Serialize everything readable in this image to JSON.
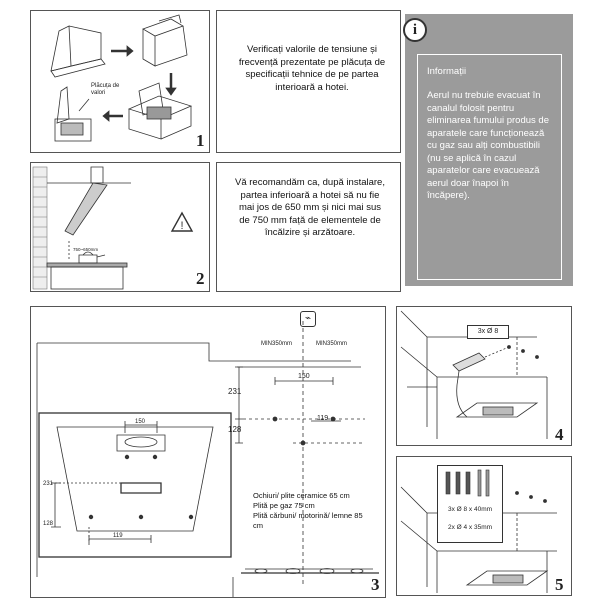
{
  "step1": {
    "number": "1",
    "plate_label": "Plăcuța de valori",
    "text": "Verificați valorile de tensiune și frecvență prezentate pe plăcuța de specificații tehnice de pe partea interioară a hotei."
  },
  "step2": {
    "number": "2",
    "dim_label": "750~650mm",
    "text": "Vă recomandăm ca, după instalare, partea inferioară a hotei să nu fie mai jos de 650 mm și nici mai sus de 750 mm față de elementele de încălzire și arzătoare."
  },
  "info": {
    "icon_letter": "i",
    "title": "Informații",
    "text": "Aerul nu trebuie evacuat în canalul folosit pentru eliminarea fumului produs de aparatele care funcționează cu gaz sau alți combustibili (nu se aplică în cazul aparatelor care evacuează aerul doar înapoi în încăpere)."
  },
  "step3": {
    "number": "3",
    "min_left": "MIN350mm",
    "min_right": "MIN350mm",
    "dim_150_top": "150",
    "dim_231": "231",
    "dim_128": "128",
    "dim_119": "119",
    "inset_150": "150",
    "inset_231": "231",
    "inset_128": "128",
    "inset_119": "119",
    "notes": [
      "Ochiuri/ plite ceramice 65 cm",
      "Plită pe gaz 75 cm",
      "Plită cărbuni/ motorină/ lemne 85 cm"
    ]
  },
  "step4": {
    "number": "4",
    "screw_label": "3x Ø 8"
  },
  "step5": {
    "number": "5",
    "screw_label_1": "3x Ø 8 x 40mm",
    "screw_label_2": "2x Ø 4 x 35mm"
  }
}
